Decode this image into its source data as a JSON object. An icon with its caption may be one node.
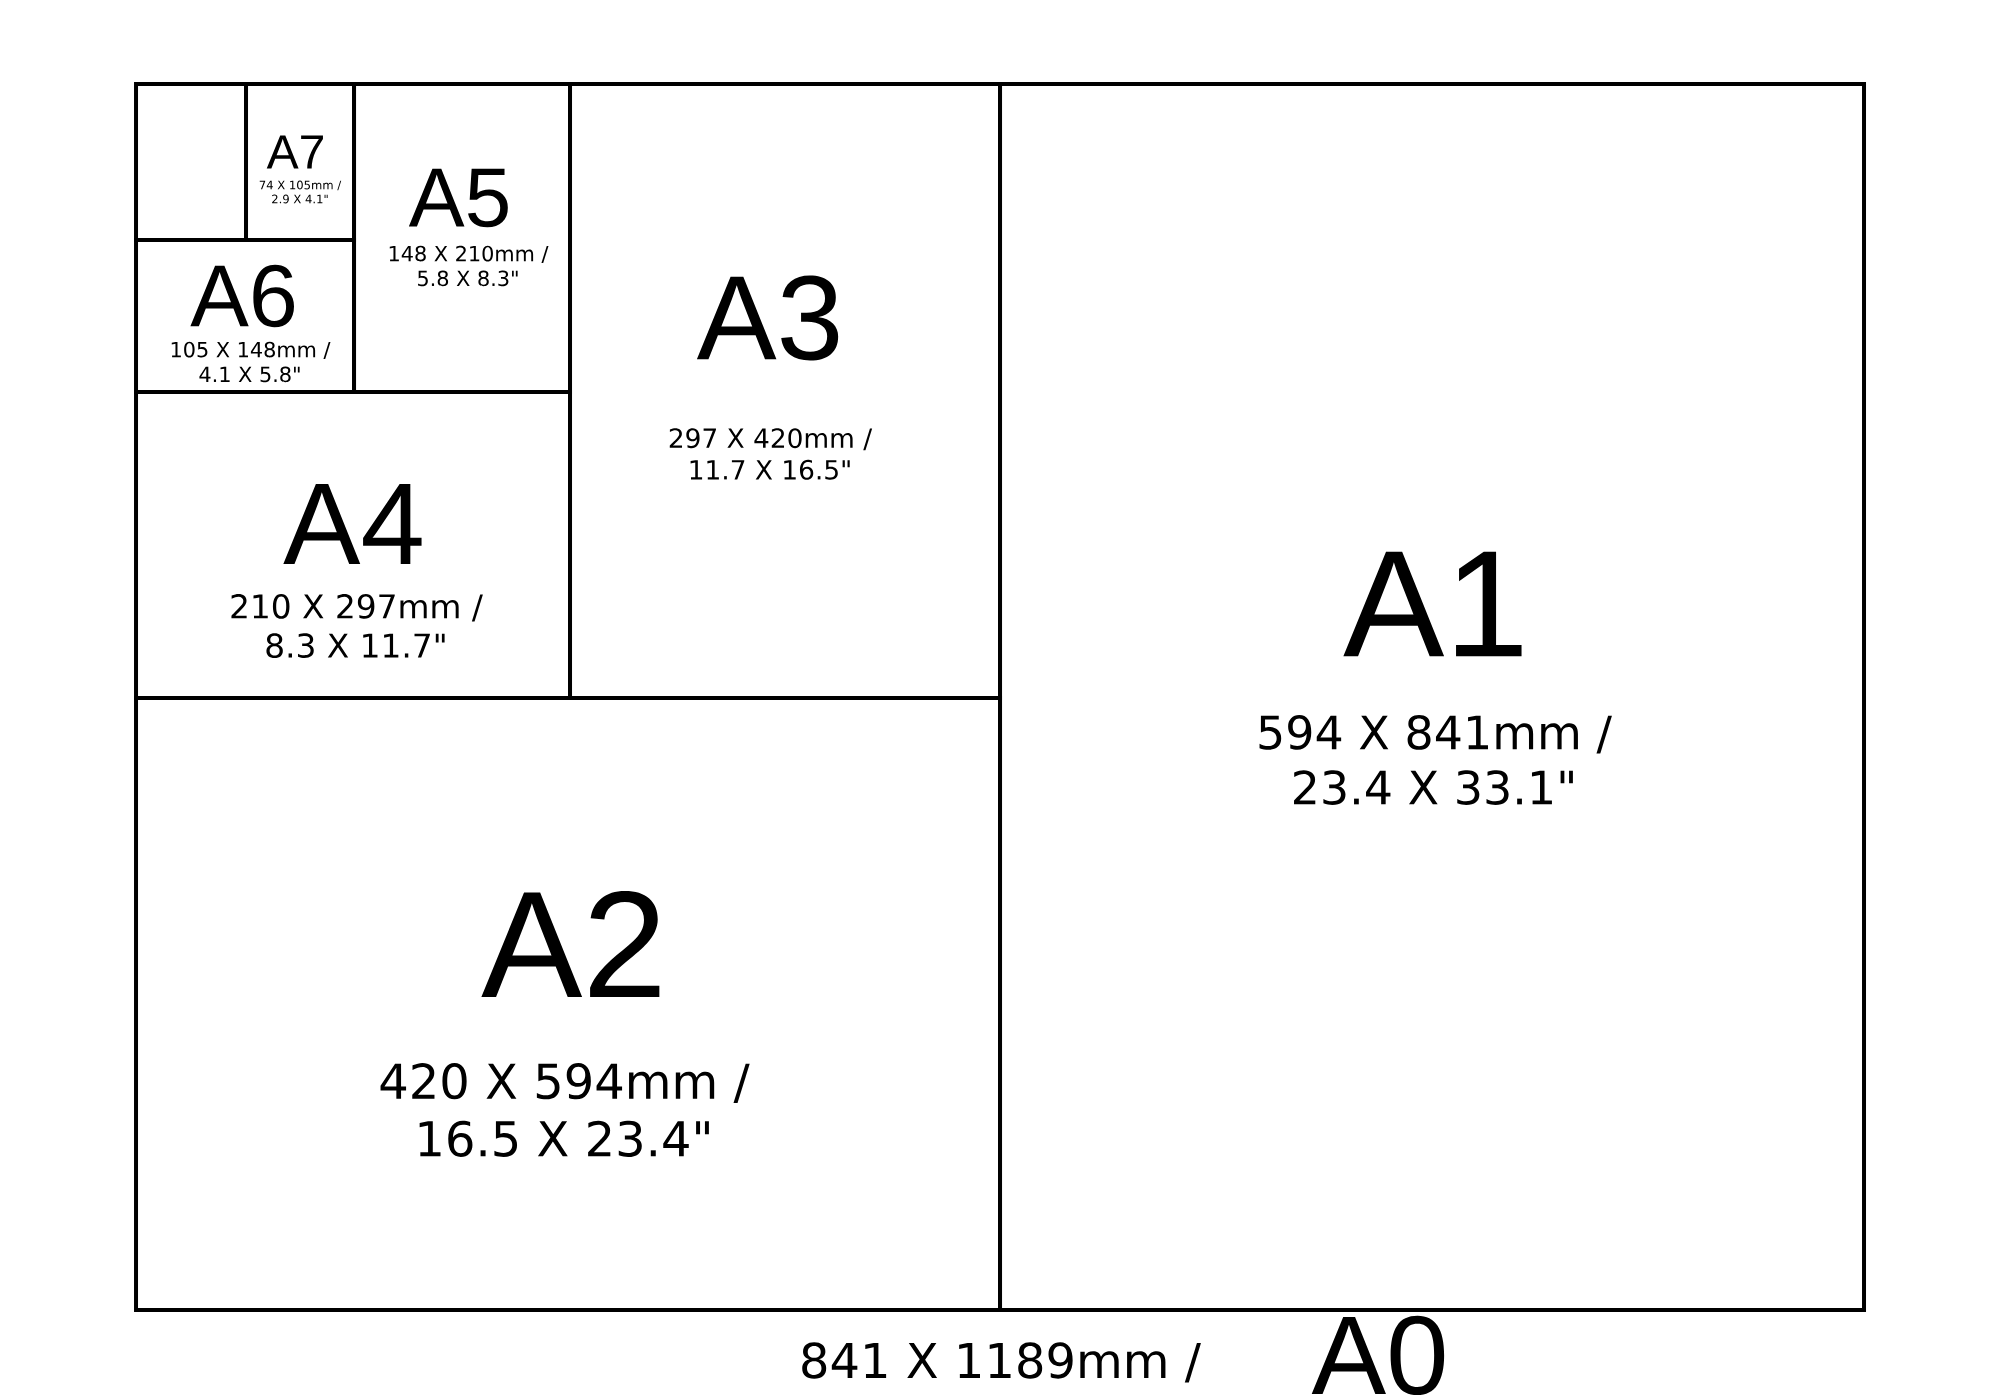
{
  "diagram": {
    "nodes": [
      {
        "text": [],
        "shape": "box"
      },
      {
        "text": [
          "A7",
          "74 X 105mm / 2.9 X 4.1\""
        ]
      },
      {
        "text": [
          "A5",
          "148 X 210mm / 5.8 X 8.3\""
        ]
      },
      {
        "text": [
          "A3",
          "297 X 420mm / 11.7 X 16.5\""
        ]
      },
      {
        "text": [
          "A1",
          "594 X 841mm / 23.4 X 33.1\""
        ]
      },
      {
        "text": [
          "A6",
          "105 X 148mm / 4.1 X 5.8\""
        ]
      },
      {
        "text": [
          "A4",
          "210 X 297mm / 8.3 X 11.7\""
        ]
      },
      {
        "text": [
          "A2",
          "420 X 594mm / 16.5 X 23.4\""
        ]
      }
    ],
    "labels": [
      "841 X 1189mm /",
      "A0"
    ]
  }
}
